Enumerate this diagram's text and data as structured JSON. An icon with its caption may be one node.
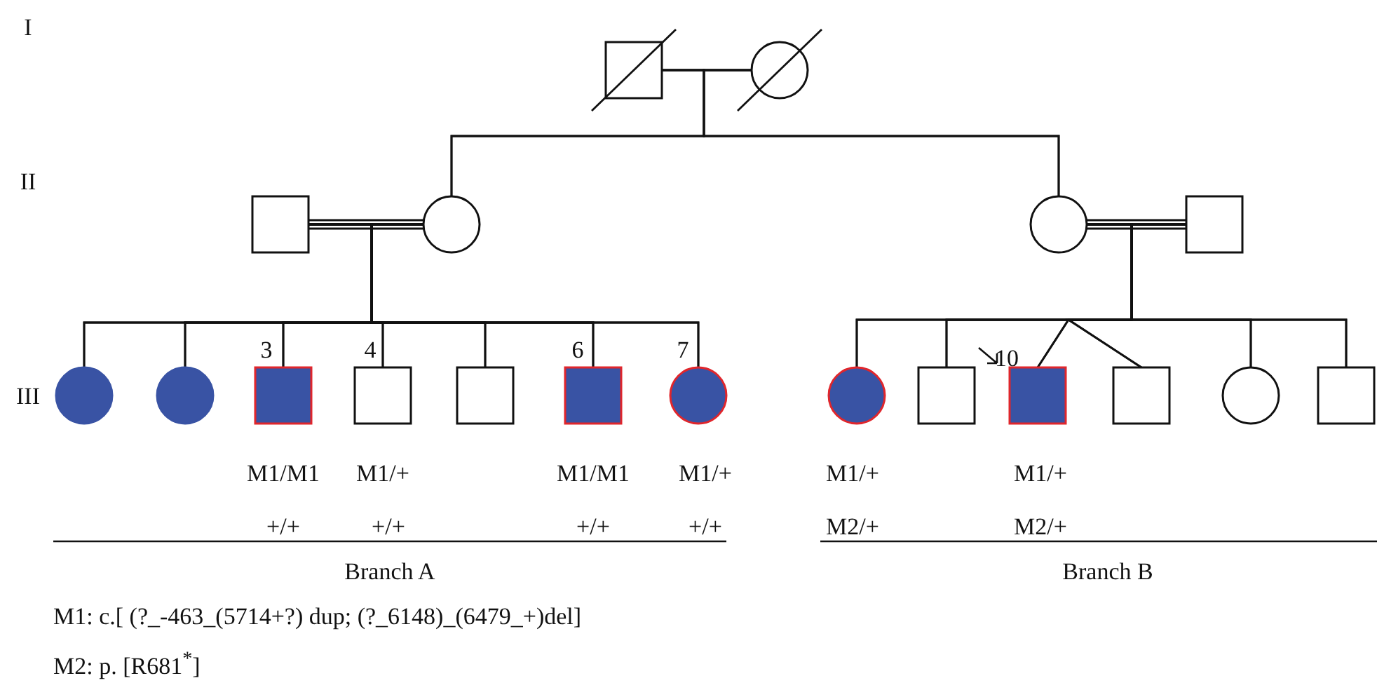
{
  "diagram": {
    "nodes": [
      {
        "text": [],
        "shape": "square"
      },
      {
        "text": [],
        "shape": "circle"
      },
      {
        "text": [],
        "shape": "square"
      },
      {
        "text": [],
        "shape": "circle"
      },
      {
        "text": [],
        "shape": "circle"
      },
      {
        "text": [],
        "shape": "square"
      },
      {
        "text": [],
        "shape": "circle"
      },
      {
        "text": [],
        "shape": "circle"
      },
      {
        "text": [],
        "shape": "square",
        "beside": [
          "3",
          "M1/M1",
          "+/+"
        ]
      },
      {
        "text": [],
        "shape": "square",
        "beside": [
          "4",
          "M1/+",
          "+/+"
        ]
      },
      {
        "text": [],
        "shape": "square"
      },
      {
        "text": [],
        "shape": "square",
        "beside": [
          "6",
          "M1/M1",
          "+/+"
        ]
      },
      {
        "text": [],
        "shape": "circle",
        "beside": [
          "7",
          "M1/+",
          "+/+"
        ]
      },
      {
        "text": [],
        "shape": "circle",
        "beside": [
          "M1/+",
          "M2/+"
        ]
      },
      {
        "text": [],
        "shape": "square"
      },
      {
        "text": [],
        "shape": "square",
        "beside": [
          "10",
          "M1/+",
          "M2/+"
        ]
      },
      {
        "text": [],
        "shape": "square"
      },
      {
        "text": [],
        "shape": "circle"
      },
      {
        "text": [],
        "shape": "square"
      }
    ],
    "edges": [
      {
        "from": 0,
        "to": 1,
        "arrow": "none"
      },
      {
        "from": 0,
        "to": 3,
        "arrow": "none"
      },
      {
        "from": 0,
        "to": 4,
        "arrow": "none"
      },
      {
        "from": 1,
        "to": 3,
        "arrow": "none"
      },
      {
        "from": 1,
        "to": 4,
        "arrow": "none"
      },
      {
        "from": 2,
        "to": 3,
        "arrow": "none"
      },
      {
        "from": 2,
        "to": 6,
        "arrow": "none"
      },
      {
        "from": 2,
        "to": 7,
        "arrow": "none"
      },
      {
        "from": 2,
        "to": 8,
        "arrow": "none"
      },
      {
        "from": 2,
        "to": 9,
        "arrow": "none"
      },
      {
        "from": 2,
        "to": 10,
        "arrow": "none"
      },
      {
        "from": 2,
        "to": 11,
        "arrow": "none"
      },
      {
        "from": 2,
        "to": 12,
        "arrow": "none"
      },
      {
        "from": 3,
        "to": 6,
        "arrow": "none"
      },
      {
        "from": 3,
        "to": 7,
        "arrow": "none"
      },
      {
        "from": 3,
        "to": 8,
        "arrow": "none"
      },
      {
        "from": 3,
        "to": 9,
        "arrow": "none"
      },
      {
        "from": 3,
        "to": 10,
        "arrow": "none"
      },
      {
        "from": 3,
        "to": 11,
        "arrow": "none"
      },
      {
        "from": 3,
        "to": 12,
        "arrow": "none"
      },
      {
        "from": 4,
        "to": 5,
        "arrow": "none"
      },
      {
        "from": 4,
        "to": 13,
        "arrow": "none"
      },
      {
        "from": 4,
        "to": 14,
        "arrow": "none"
      },
      {
        "from": 4,
        "to": 15,
        "arrow": "none"
      },
      {
        "from": 4,
        "to": 16,
        "arrow": "none"
      },
      {
        "from": 4,
        "to": 17,
        "arrow": "none"
      },
      {
        "from": 4,
        "to": 18,
        "arrow": "none"
      },
      {
        "from": 5,
        "to": 13,
        "arrow": "none"
      },
      {
        "from": 5,
        "to": 14,
        "arrow": "none"
      },
      {
        "from": 5,
        "to": 15,
        "arrow": "none"
      },
      {
        "from": 5,
        "to": 16,
        "arrow": "none"
      },
      {
        "from": 5,
        "to": 17,
        "arrow": "none"
      },
      {
        "from": 5,
        "to": 18,
        "arrow": "none"
      }
    ],
    "labels": [
      "I",
      "II",
      "III",
      "Branch A",
      "Branch B",
      "M1: c.[ (?_-463_(5714+?) dup; (?_6148)_(6479_+)del]",
      "M2: p. [R681$^{*}$]"
    ]
  }
}
